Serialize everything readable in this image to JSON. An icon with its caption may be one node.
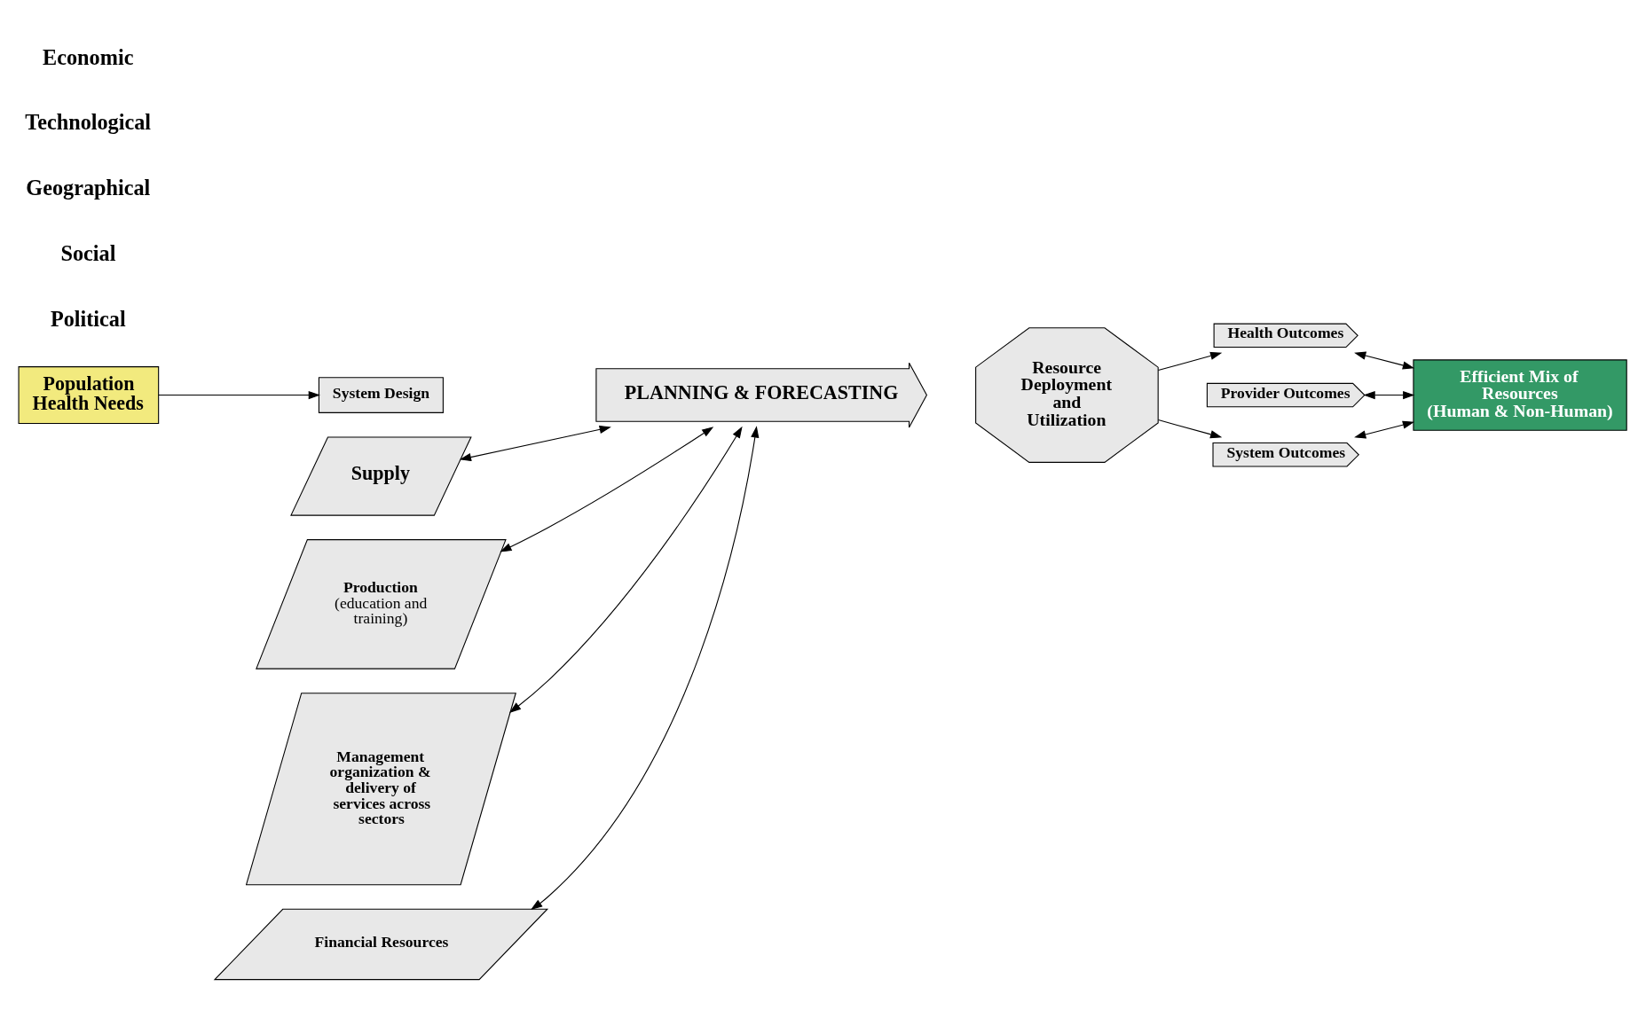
{
  "diagram": {
    "nodes": [
      {
        "text": [
          "Population Health Needs"
        ]
      },
      {
        "text": [
          "System Design"
        ]
      },
      {
        "text": [
          "PLANNING & FORECASTING"
        ]
      },
      {
        "text": [
          "Supply"
        ]
      },
      {
        "text": [
          "Production",
          "(education and training)"
        ]
      },
      {
        "text": [
          "Management organization & delivery of services across sectors"
        ]
      },
      {
        "text": [
          "Financial Resources"
        ]
      },
      {
        "text": [
          "Resource Deployment and Utilization"
        ]
      },
      {
        "text": [
          "Health Outcomes"
        ]
      },
      {
        "text": [
          "Provider Outcomes"
        ]
      },
      {
        "text": [
          "System Outcomes"
        ]
      },
      {
        "text": [
          "Efficient Mix of Resources",
          "(Human & Non-Human)"
        ]
      }
    ],
    "edges": [
      {
        "from": 0,
        "to": 1,
        "arrow": "to"
      },
      {
        "from": 3,
        "to": 2,
        "arrow": "both"
      },
      {
        "from": 4,
        "to": 2,
        "arrow": "both"
      },
      {
        "from": 5,
        "to": 2,
        "arrow": "both"
      },
      {
        "from": 6,
        "to": 2,
        "arrow": "both"
      },
      {
        "from": 7,
        "to": 8,
        "arrow": "to"
      },
      {
        "from": 7,
        "to": 10,
        "arrow": "to"
      },
      {
        "from": 8,
        "to": 11,
        "arrow": "both"
      },
      {
        "from": 9,
        "to": 11,
        "arrow": "both"
      },
      {
        "from": 10,
        "to": 11,
        "arrow": "both"
      }
    ],
    "labels": [
      "Political",
      "Social",
      "Geographical",
      "Technological",
      "Economic"
    ]
  }
}
